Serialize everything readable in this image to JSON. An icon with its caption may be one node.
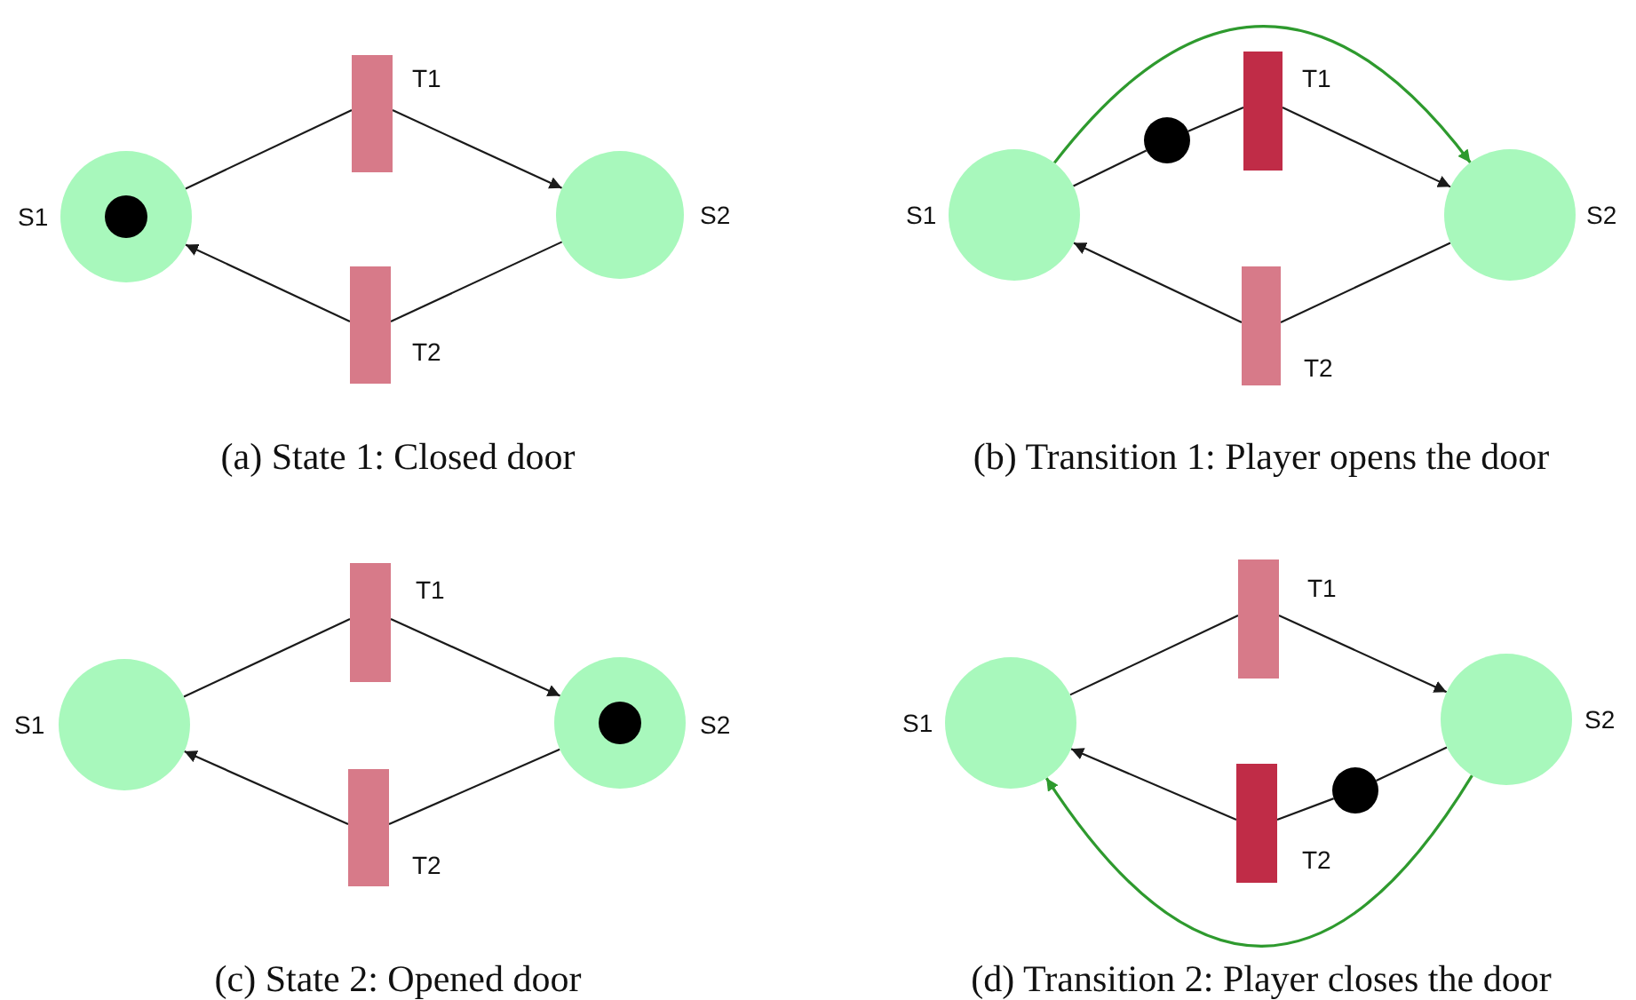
{
  "diagram": {
    "nodes": [
      {
        "text": [
          "S1"
        ]
      },
      {
        "text": [],
        "shape": "circle",
        "in": 0
      },
      {
        "text": [
          "T1"
        ]
      },
      {
        "text": [
          "S2"
        ]
      },
      {
        "text": [
          "T2"
        ]
      },
      {
        "text": [
          "S1"
        ]
      },
      {
        "text": [],
        "shape": "circle"
      },
      {
        "text": [
          "T1"
        ]
      },
      {
        "text": [
          "S2"
        ]
      },
      {
        "text": [
          "T2"
        ]
      },
      {
        "text": [
          "S1"
        ]
      },
      {
        "text": [
          "T1"
        ]
      },
      {
        "text": [
          "S2"
        ]
      },
      {
        "text": [],
        "shape": "circle",
        "in": 12
      },
      {
        "text": [
          "T2"
        ]
      },
      {
        "text": [
          "S1"
        ]
      },
      {
        "text": [
          "T1"
        ]
      },
      {
        "text": [
          "S2"
        ]
      },
      {
        "text": [
          "T2"
        ]
      },
      {
        "text": [],
        "shape": "circle"
      }
    ],
    "edges": [
      {
        "from": 0,
        "to": 2,
        "arrow": "none"
      },
      {
        "from": 2,
        "to": 3,
        "arrow": "to"
      },
      {
        "from": 3,
        "to": 4,
        "arrow": "none"
      },
      {
        "from": 4,
        "to": 0,
        "arrow": "to"
      },
      {
        "from": 5,
        "to": 6,
        "arrow": "none"
      },
      {
        "from": 6,
        "to": 7,
        "arrow": "none"
      },
      {
        "from": 7,
        "to": 8,
        "arrow": "to"
      },
      {
        "from": 8,
        "to": 9,
        "arrow": "none"
      },
      {
        "from": 9,
        "to": 5,
        "arrow": "to"
      },
      {
        "from": 5,
        "to": 8,
        "arrow": "to",
        "color": "#2e9a2e"
      },
      {
        "from": 10,
        "to": 11,
        "arrow": "none"
      },
      {
        "from": 11,
        "to": 12,
        "arrow": "to"
      },
      {
        "from": 12,
        "to": 14,
        "arrow": "none"
      },
      {
        "from": 14,
        "to": 10,
        "arrow": "to"
      },
      {
        "from": 15,
        "to": 16,
        "arrow": "none"
      },
      {
        "from": 16,
        "to": 17,
        "arrow": "to"
      },
      {
        "from": 17,
        "to": 19,
        "arrow": "none"
      },
      {
        "from": 19,
        "to": 18,
        "arrow": "none"
      },
      {
        "from": 18,
        "to": 15,
        "arrow": "to"
      },
      {
        "from": 17,
        "to": 15,
        "arrow": "to",
        "color": "#2e9a2e"
      }
    ],
    "labels": [
      "(a) State 1: Closed door",
      "(b) Transition 1: Player opens the door",
      "(c) State 2: Opened door",
      "(d) Transition 2: Player closes the door"
    ]
  }
}
